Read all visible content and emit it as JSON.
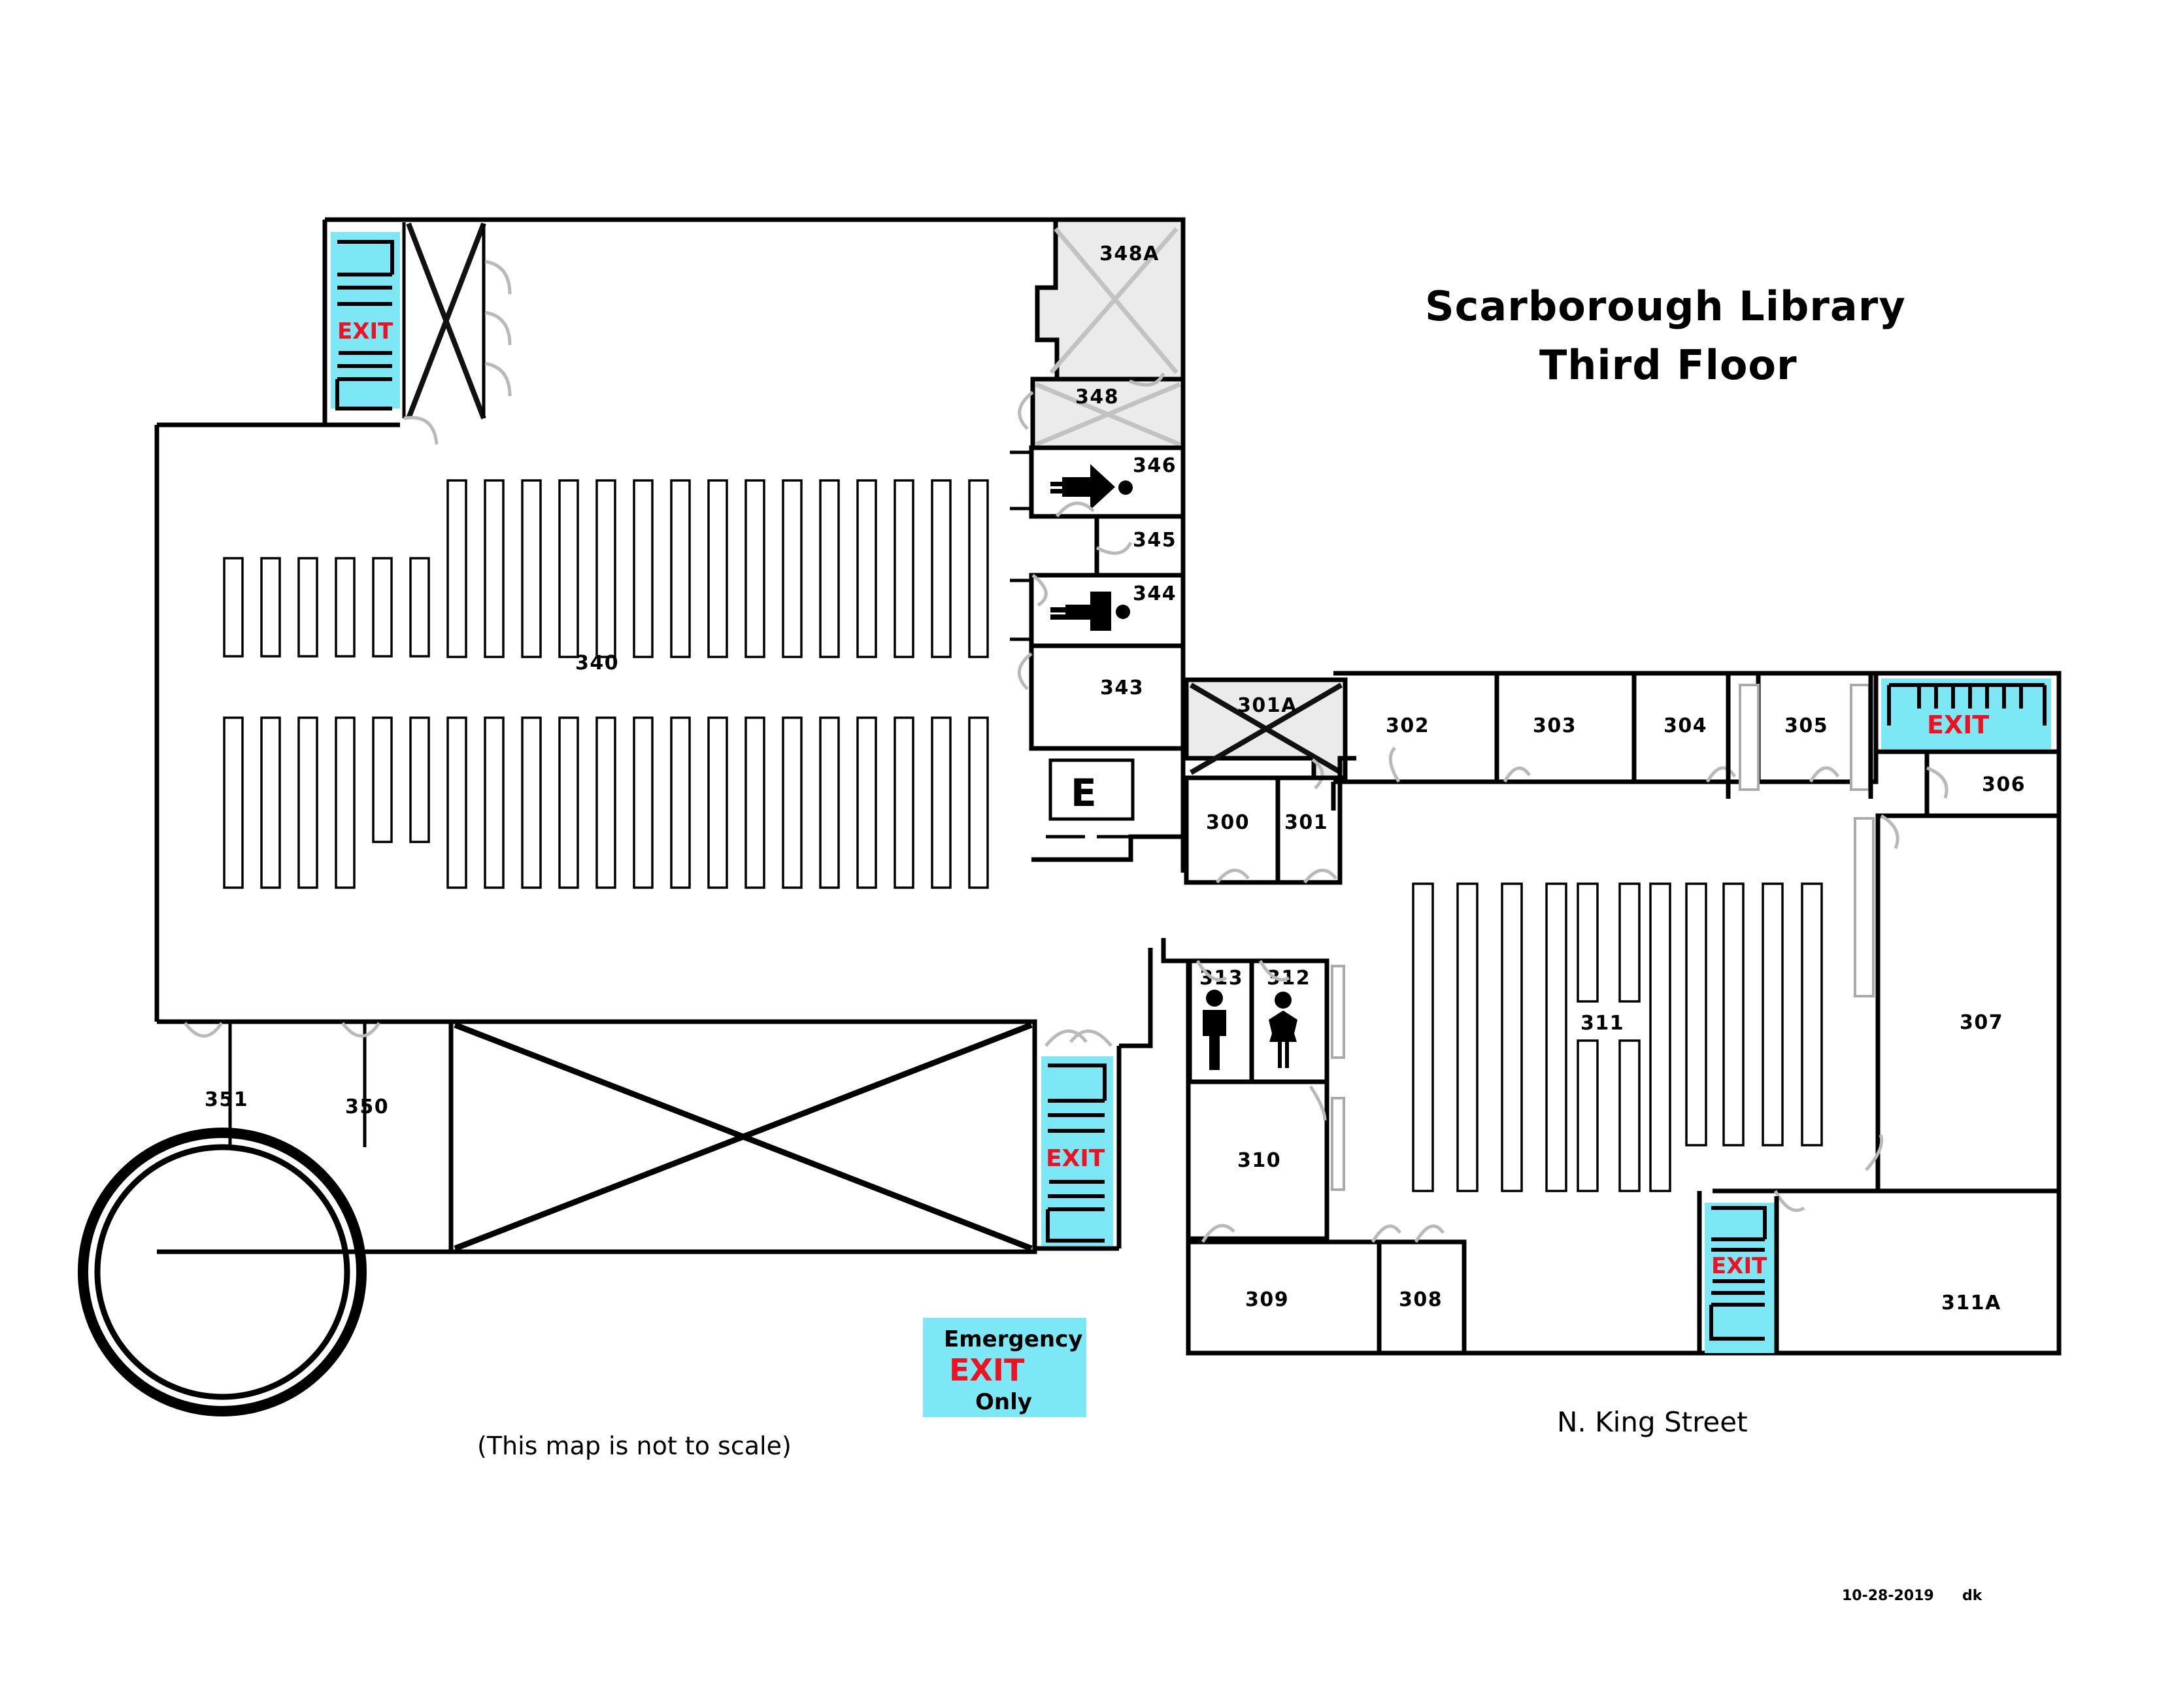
{
  "title": {
    "line1": "Scarborough Library",
    "line2": "Third Floor"
  },
  "notes": {
    "scale_disclaimer": "(This map is not to scale)",
    "street_label": "N. King Street",
    "date": "10-28-2019",
    "initials": "dk"
  },
  "colors": {
    "exit_fill": "#7ce8f5",
    "exit_text": "#ee1122",
    "wall": "#000000",
    "grey_room_fill": "#ebebeb",
    "door_arc": "#b9b9b9"
  },
  "signs": {
    "emergency_exit": {
      "line1": "Emergency",
      "line2": "EXIT",
      "line3": "Only"
    },
    "exit_label": "EXIT",
    "elevator_label": "E"
  },
  "stairwells": [
    {
      "id": "stair-northwest",
      "label": "EXIT",
      "orientation": "vertical"
    },
    {
      "id": "stair-northeast",
      "label": "EXIT",
      "orientation": "horizontal"
    },
    {
      "id": "stair-center-south",
      "label": "EXIT",
      "orientation": "vertical"
    },
    {
      "id": "stair-southeast",
      "label": "EXIT",
      "orientation": "vertical"
    }
  ],
  "rooms": [
    {
      "number": "348A",
      "type": "crossed-grey"
    },
    {
      "number": "348",
      "type": "crossed-grey"
    },
    {
      "number": "346",
      "type": "lift-room"
    },
    {
      "number": "345",
      "type": "room"
    },
    {
      "number": "344",
      "type": "lift-room"
    },
    {
      "number": "343",
      "type": "room"
    },
    {
      "number": "340",
      "type": "stacks"
    },
    {
      "number": "301A",
      "type": "crossed-grey"
    },
    {
      "number": "300",
      "type": "room"
    },
    {
      "number": "301",
      "type": "room"
    },
    {
      "number": "302",
      "type": "room"
    },
    {
      "number": "303",
      "type": "room"
    },
    {
      "number": "304",
      "type": "room"
    },
    {
      "number": "305",
      "type": "room"
    },
    {
      "number": "306",
      "type": "room"
    },
    {
      "number": "307",
      "type": "room"
    },
    {
      "number": "308",
      "type": "room"
    },
    {
      "number": "309",
      "type": "room"
    },
    {
      "number": "310",
      "type": "room"
    },
    {
      "number": "311",
      "type": "stacks"
    },
    {
      "number": "311A",
      "type": "room"
    },
    {
      "number": "312",
      "type": "restroom-women"
    },
    {
      "number": "313",
      "type": "restroom-men"
    },
    {
      "number": "350",
      "type": "room"
    },
    {
      "number": "351",
      "type": "room"
    }
  ],
  "labels": {
    "r348A": "348A",
    "r348": "348",
    "r346": "346",
    "r345": "345",
    "r344": "344",
    "r343": "343",
    "r340": "340",
    "r301A": "301A",
    "r300": "300",
    "r301": "301",
    "r302": "302",
    "r303": "303",
    "r304": "304",
    "r305": "305",
    "r306": "306",
    "r307": "307",
    "r308": "308",
    "r309": "309",
    "r310": "310",
    "r311": "311",
    "r311A": "311A",
    "r312": "312",
    "r313": "313",
    "r350": "350",
    "r351": "351"
  },
  "exit_labels": {
    "nw": "EXIT",
    "ne": "EXIT",
    "cs": "EXIT",
    "se": "EXIT"
  }
}
